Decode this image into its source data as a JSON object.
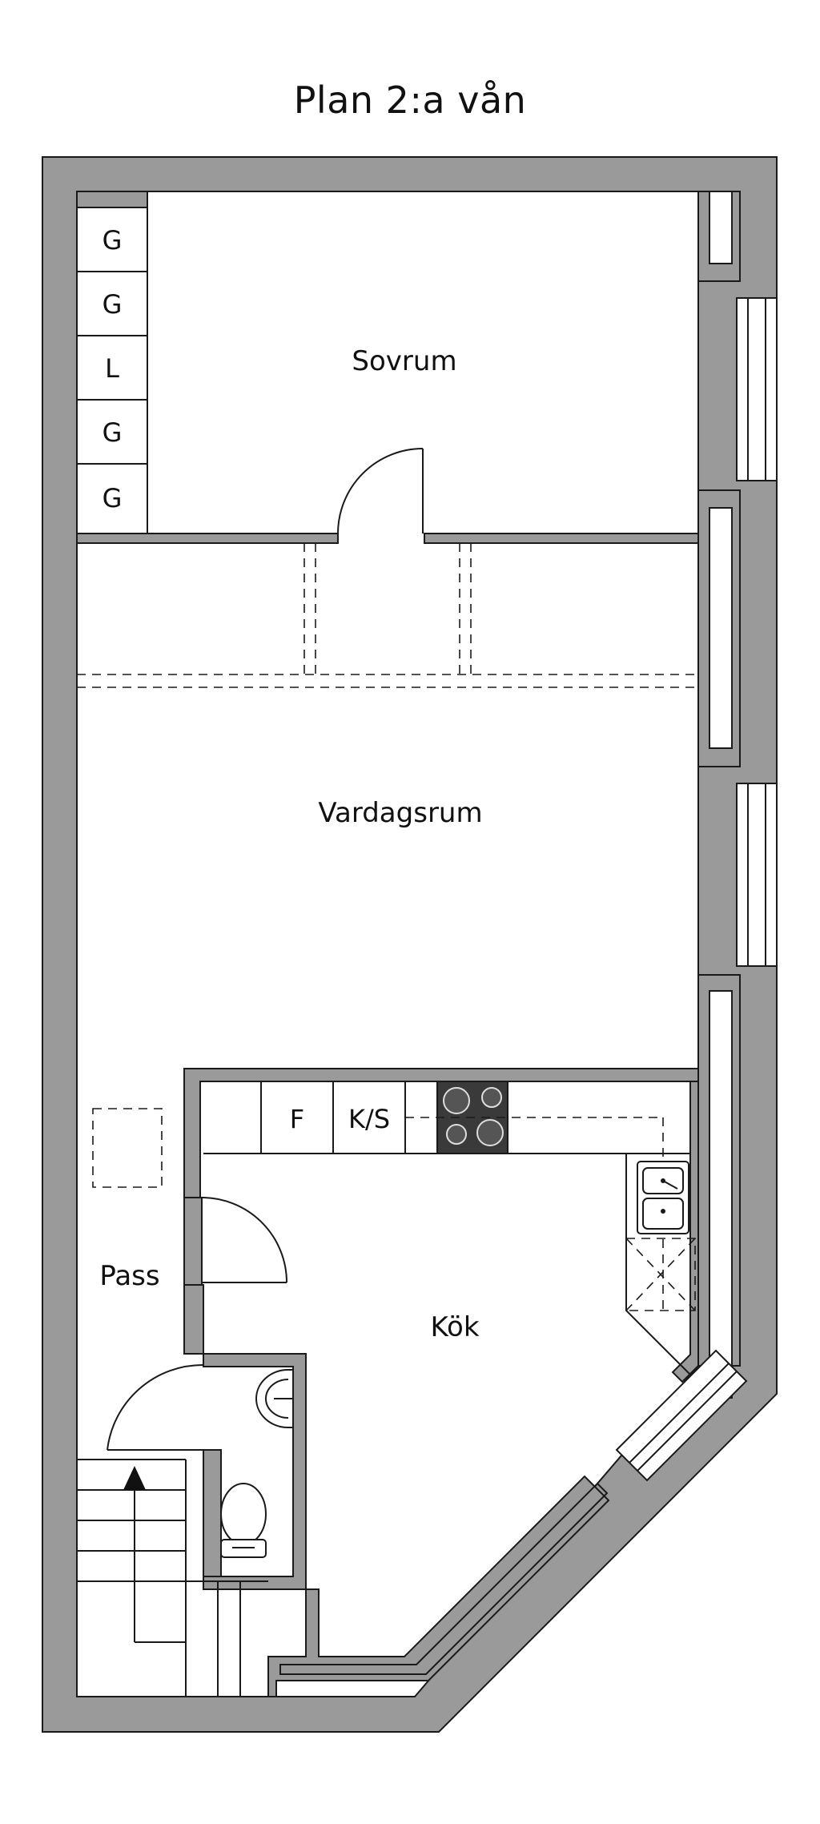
{
  "title": "Plan 2:a vån",
  "rooms": {
    "bedroom": "Sovrum",
    "living": "Vardagsrum",
    "kitchen": "Kök",
    "hall": "Pass"
  },
  "closets": [
    "G",
    "G",
    "L",
    "G",
    "G"
  ],
  "appliances": {
    "fridge": "F",
    "freezer_fridge": "K/S"
  },
  "colors": {
    "wall": "#9a9a9a",
    "line": "#1a1a1a",
    "stove": "#3a3a3a"
  }
}
